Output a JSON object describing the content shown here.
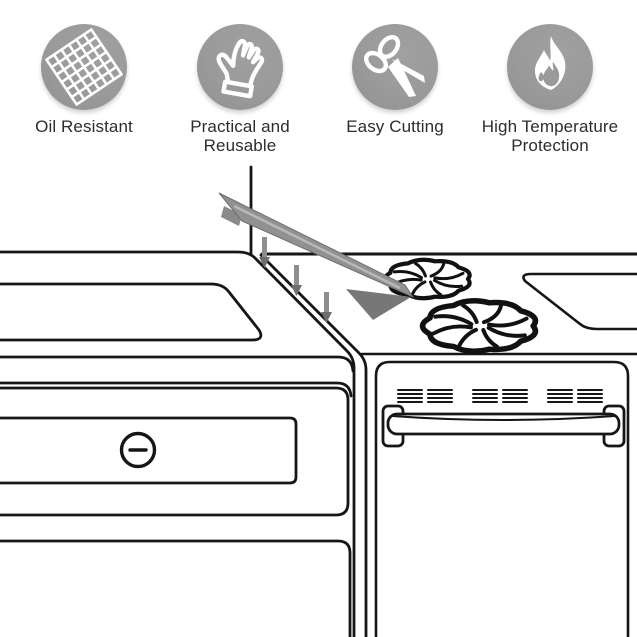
{
  "features": [
    {
      "icon": "mesh-icon",
      "label_line1": "Oil Resistant",
      "label_line2": ""
    },
    {
      "icon": "hand-icon",
      "label_line1": "Practical and",
      "label_line2": "Reusable"
    },
    {
      "icon": "scissors-icon",
      "label_line1": "Easy Cutting",
      "label_line2": ""
    },
    {
      "icon": "flame-icon",
      "label_line1": "High Temperature",
      "label_line2": "Protection"
    }
  ],
  "colors": {
    "background": "#ffffff",
    "icon_circle": "#9a9a9a",
    "icon_glyph": "#ffffff",
    "line_art": "#161616",
    "label_text": "#2d2d2d",
    "gap_cover_strip": "#919191",
    "strip_ridge_highlight": "#b9b9b9",
    "strip_flange": "#777777",
    "insert_arrow": "#8e8e8e"
  },
  "illustration": {
    "gap_cover": "stove-counter-gap-cover-strip",
    "insert_arrows": 3,
    "gas_burners": 2
  }
}
